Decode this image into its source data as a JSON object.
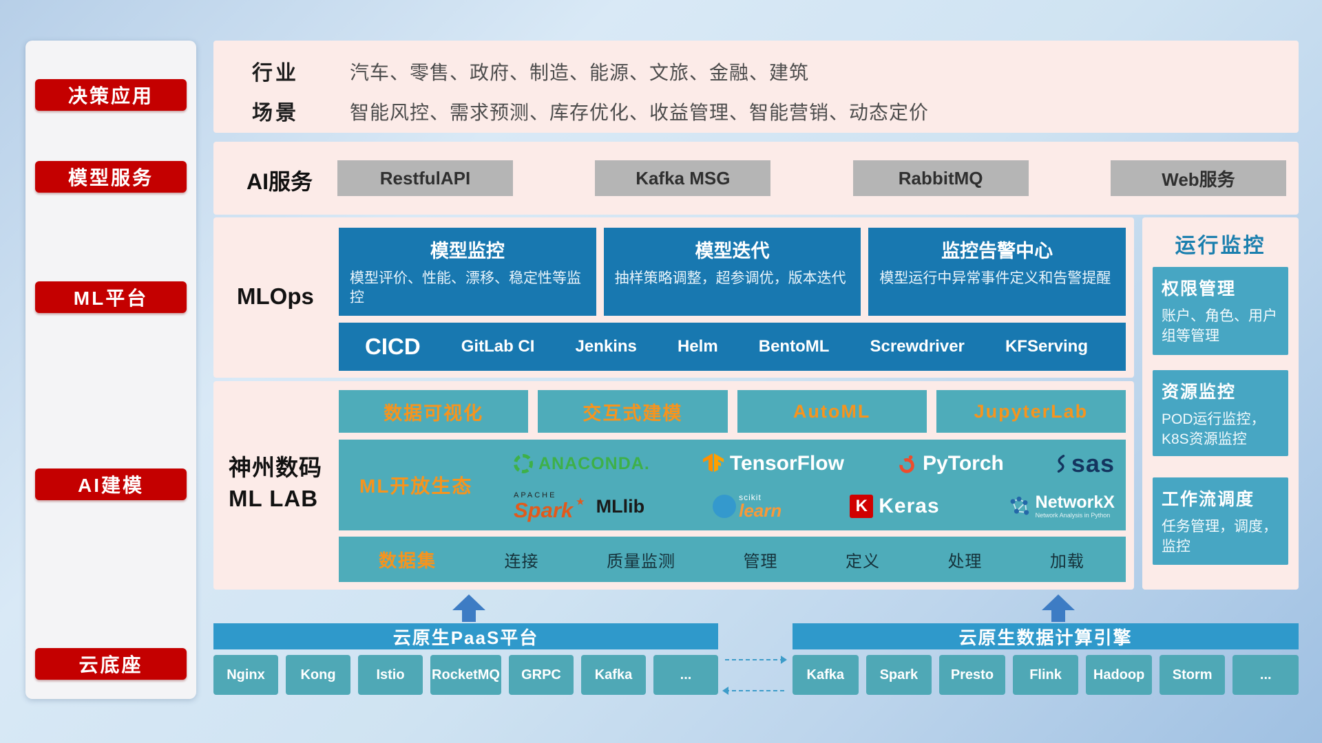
{
  "colors": {
    "accent_red": "#c40000",
    "box_blue": "#1878b0",
    "teal": "#4eacba",
    "chip_teal": "#4fa8b6",
    "bar_blue": "#2f99cb",
    "panel_pink": "#fcebe8",
    "orange": "#f7941d",
    "monitor_title_blue": "#1b7fae"
  },
  "sidebar": {
    "items": [
      "决策应用",
      "模型服务",
      "ML平台",
      "AI建模",
      "云底座"
    ]
  },
  "decision": {
    "industry_label": "行业",
    "industry_text": "汽车、零售、政府、制造、能源、文旅、金融、建筑",
    "scene_label": "场景",
    "scene_text": "智能风控、需求预测、库存优化、收益管理、智能营销、动态定价"
  },
  "service": {
    "label": "AI服务",
    "buttons": [
      "RestfulAPI",
      "Kafka MSG",
      "RabbitMQ",
      "Web服务"
    ]
  },
  "mlops": {
    "label": "MLOps",
    "boxes": [
      {
        "title": "模型监控",
        "desc": "模型评价、性能、漂移、稳定性等监控"
      },
      {
        "title": "模型迭代",
        "desc": "抽样策略调整，超参调优，版本迭代"
      },
      {
        "title": "监控告警中心",
        "desc": "模型运行中异常事件定义和告警提醒"
      }
    ],
    "cicd_label": "CICD",
    "cicd_items": [
      "GitLab CI",
      "Jenkins",
      "Helm",
      "BentoML",
      "Screwdriver",
      "KFServing"
    ]
  },
  "mllab": {
    "label_line1": "神州数码",
    "label_line2": "ML LAB",
    "tools": [
      "数据可视化",
      "交互式建模",
      "AutoML",
      "JupyterLab"
    ],
    "eco_label": "ML开放生态",
    "dataset_label": "数据集",
    "dataset_items": [
      "连接",
      "质量监测",
      "管理",
      "定义",
      "处理",
      "加载"
    ],
    "logos": {
      "anaconda": "ANACONDA.",
      "tensorflow": "TensorFlow",
      "pytorch": "PyTorch",
      "sas": "sas",
      "apache": "APACHE",
      "spark": "Spark",
      "spark_star": "★",
      "mllib": "MLlib",
      "scikit": "scikit",
      "learn": "learn",
      "keras_initial": "K",
      "keras": "Keras",
      "networkx": "NetworkX",
      "networkx_sub": "Network Analysis in Python"
    }
  },
  "monitor": {
    "title": "运行监控",
    "boxes": [
      {
        "title": "权限管理",
        "desc": "账户、角色、用户组等管理"
      },
      {
        "title": "资源监控",
        "desc": "POD运行监控，K8S资源监控"
      },
      {
        "title": "工作流调度",
        "desc": "任务管理，调度，监控"
      }
    ]
  },
  "bottom": {
    "paas_title": "云原生PaaS平台",
    "paas_chips": [
      "Nginx",
      "Kong",
      "Istio",
      "RocketMQ",
      "GRPC",
      "Kafka",
      "..."
    ],
    "engine_title": "云原生数据计算引擎",
    "engine_chips": [
      "Kafka",
      "Spark",
      "Presto",
      "Flink",
      "Hadoop",
      "Storm",
      "..."
    ]
  }
}
